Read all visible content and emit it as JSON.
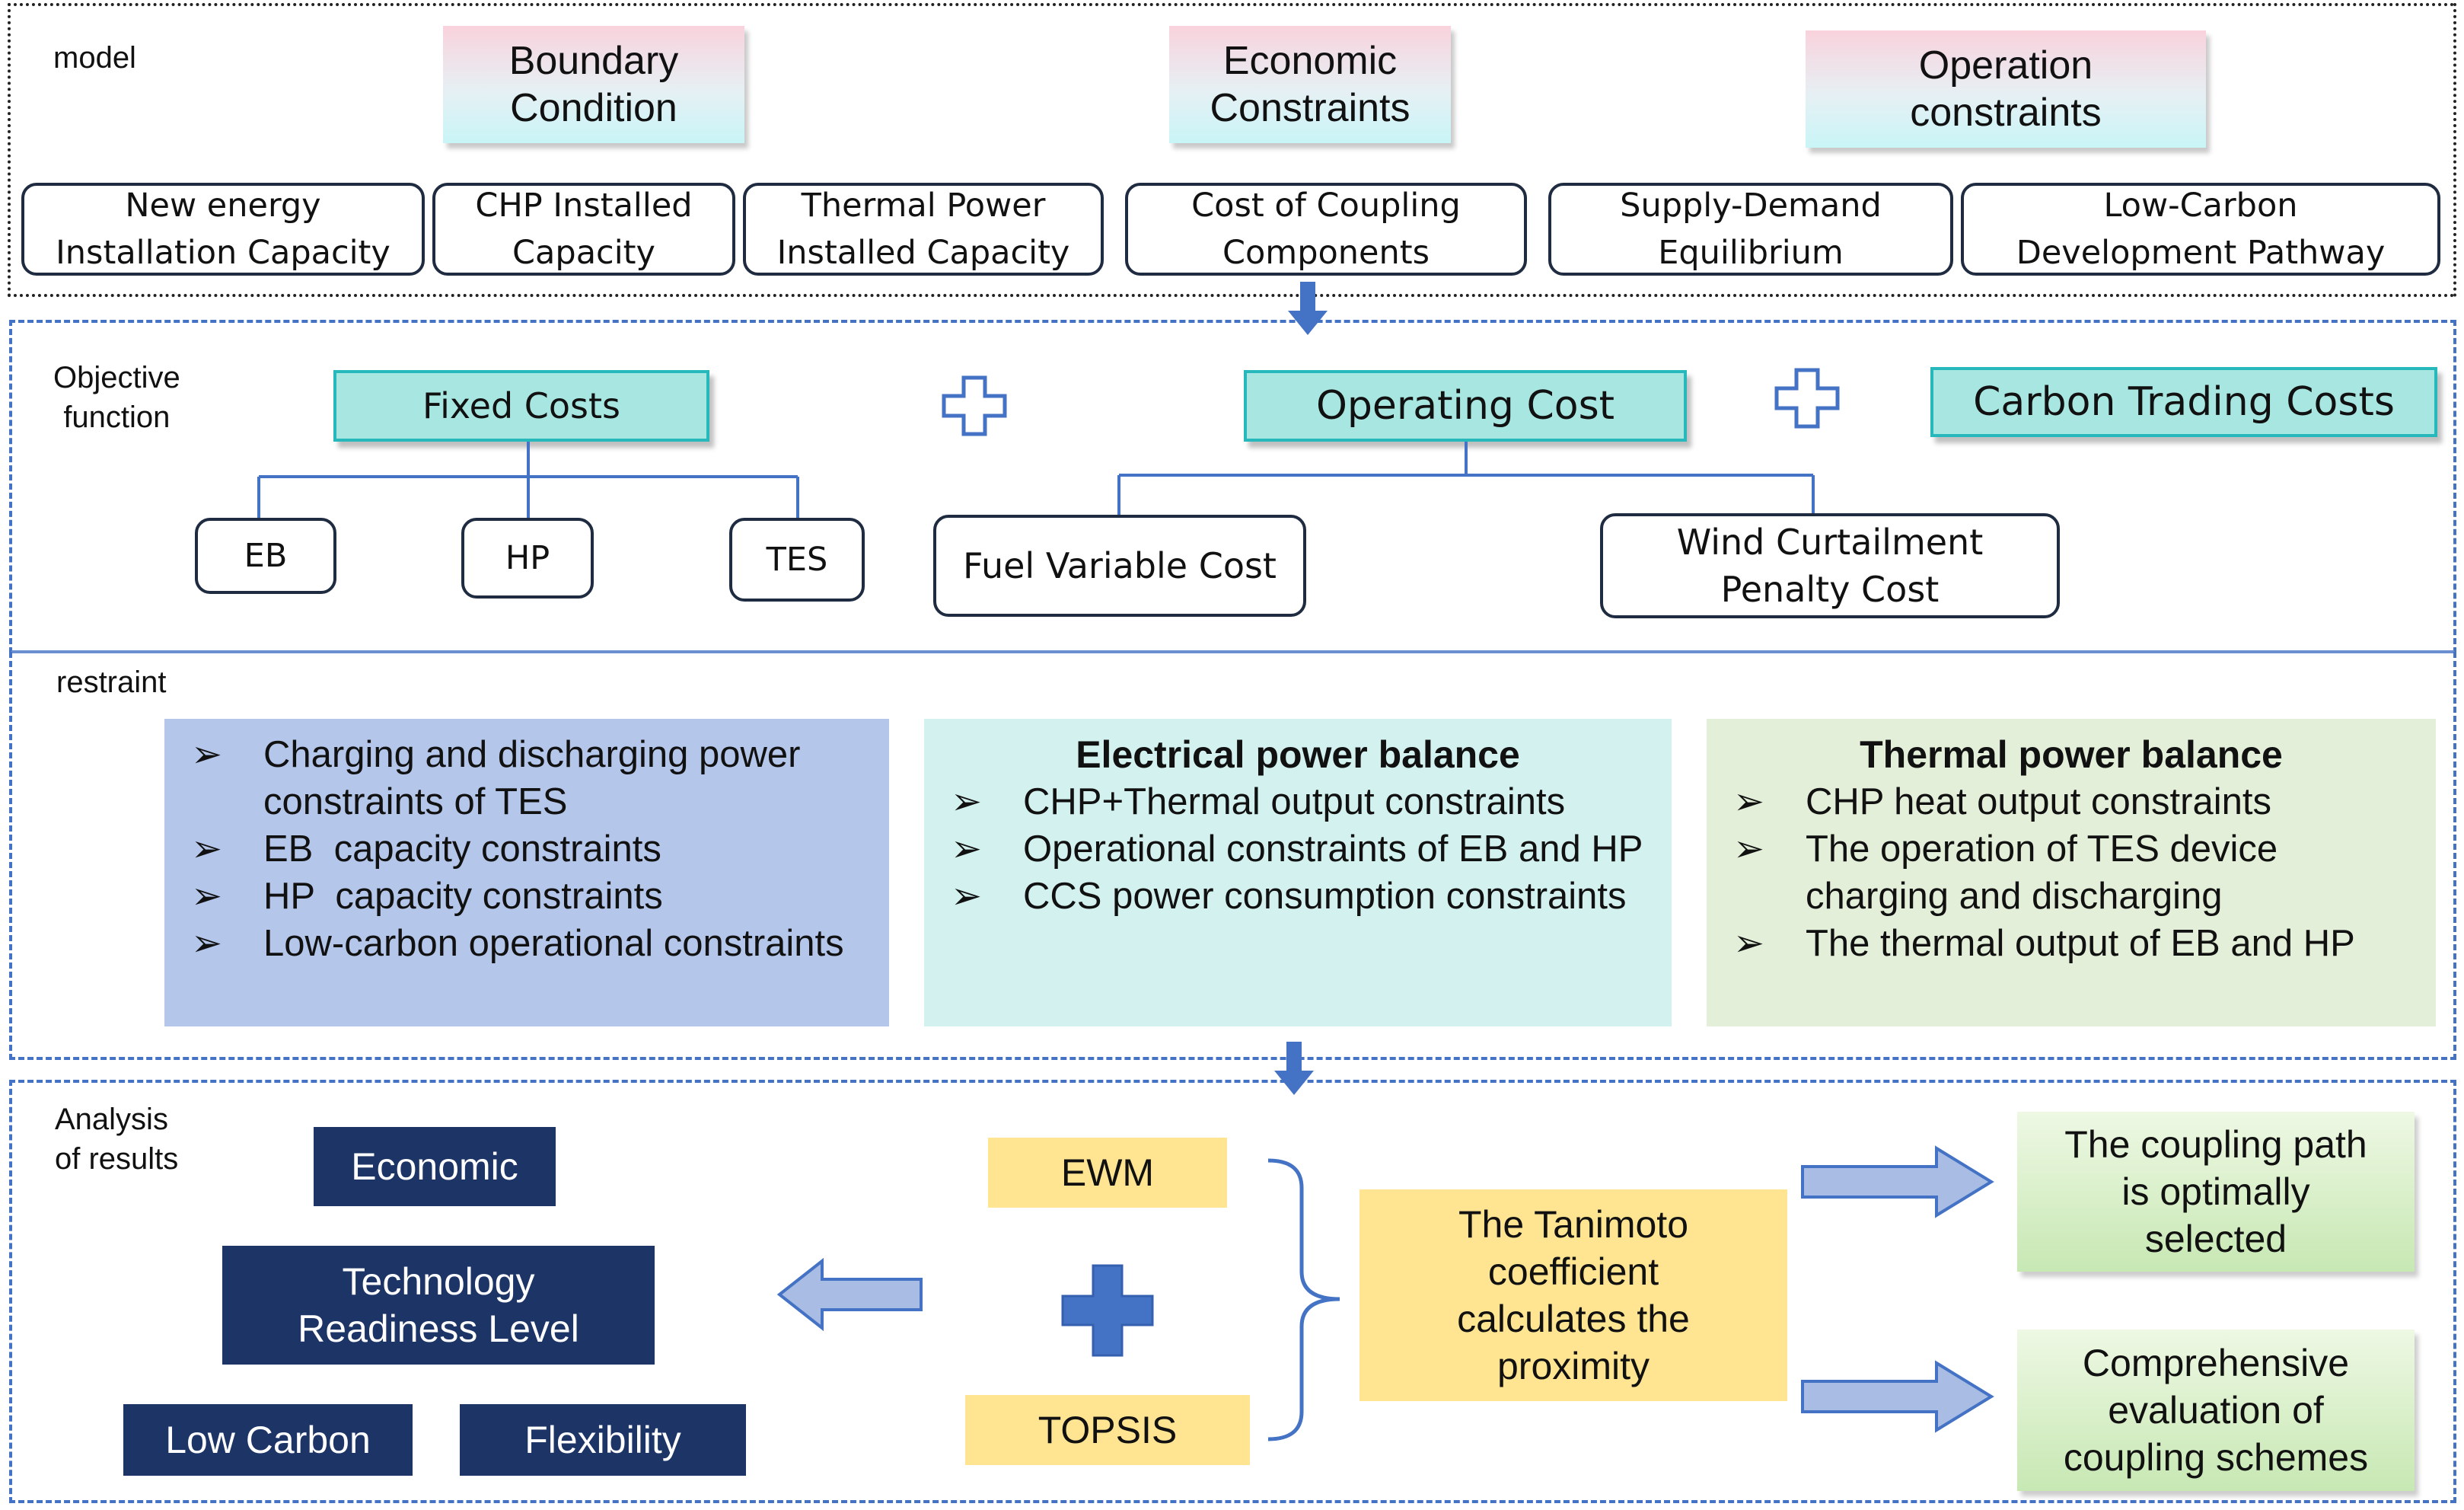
{
  "model": {
    "label": "model",
    "headers": [
      "Boundary\nCondition",
      "Economic\nConstraints",
      "Operation\nconstraints"
    ],
    "items": [
      "New energy\nInstallation Capacity",
      "CHP Installed\nCapacity",
      "Thermal Power\nInstalled Capacity",
      "Cost of Coupling\nComponents",
      "Supply-Demand\nEquilibrium",
      "Low-Carbon\nDevelopment Pathway"
    ]
  },
  "objective": {
    "label": "Objective\nfunction",
    "fixed_costs": "Fixed Costs",
    "operating_cost": "Operating Cost",
    "carbon_trading": "Carbon Trading Costs",
    "fixed_children": [
      "EB",
      "HP",
      "TES"
    ],
    "operating_children": [
      "Fuel Variable Cost",
      "Wind Curtailment\nPenalty Cost"
    ]
  },
  "restraint": {
    "label": "restraint",
    "bullet": "➢",
    "panels": [
      {
        "title": "",
        "color": "#b4c6ea",
        "items": [
          "Charging and discharging power constraints of TES",
          "EB  capacity constraints",
          "HP  capacity constraints",
          "Low-carbon operational constraints"
        ]
      },
      {
        "title": "Electrical power balance",
        "color": "#d3f1ef",
        "items": [
          "CHP+Thermal output constraints",
          "Operational constraints of EB and HP",
          "CCS power consumption constraints"
        ]
      },
      {
        "title": "Thermal power balance",
        "color": "#e3efd9",
        "items": [
          "CHP heat output constraints",
          "The operation of TES device charging and discharging",
          "The thermal output of EB and HP"
        ]
      }
    ]
  },
  "analysis": {
    "label": "Analysis\nof results",
    "criteria": [
      "Economic",
      "Technology\nReadiness Level",
      "Low Carbon",
      "Flexibility"
    ],
    "methods": [
      "EWM",
      "TOPSIS"
    ],
    "tanimoto": "The Tanimoto\ncoefficient\ncalculates the\nproximity",
    "outcomes": [
      "The coupling path\nis optimally\nselected",
      "Comprehensive\nevaluation of\ncoupling schemes"
    ]
  },
  "colors": {
    "navy": "#1d3466",
    "teal": "#a7e6e1",
    "yellow": "#ffe591",
    "arrow_blue": "#4472c4",
    "light_arrow": "#a9bde4",
    "dash_blue": "#4472c4"
  }
}
